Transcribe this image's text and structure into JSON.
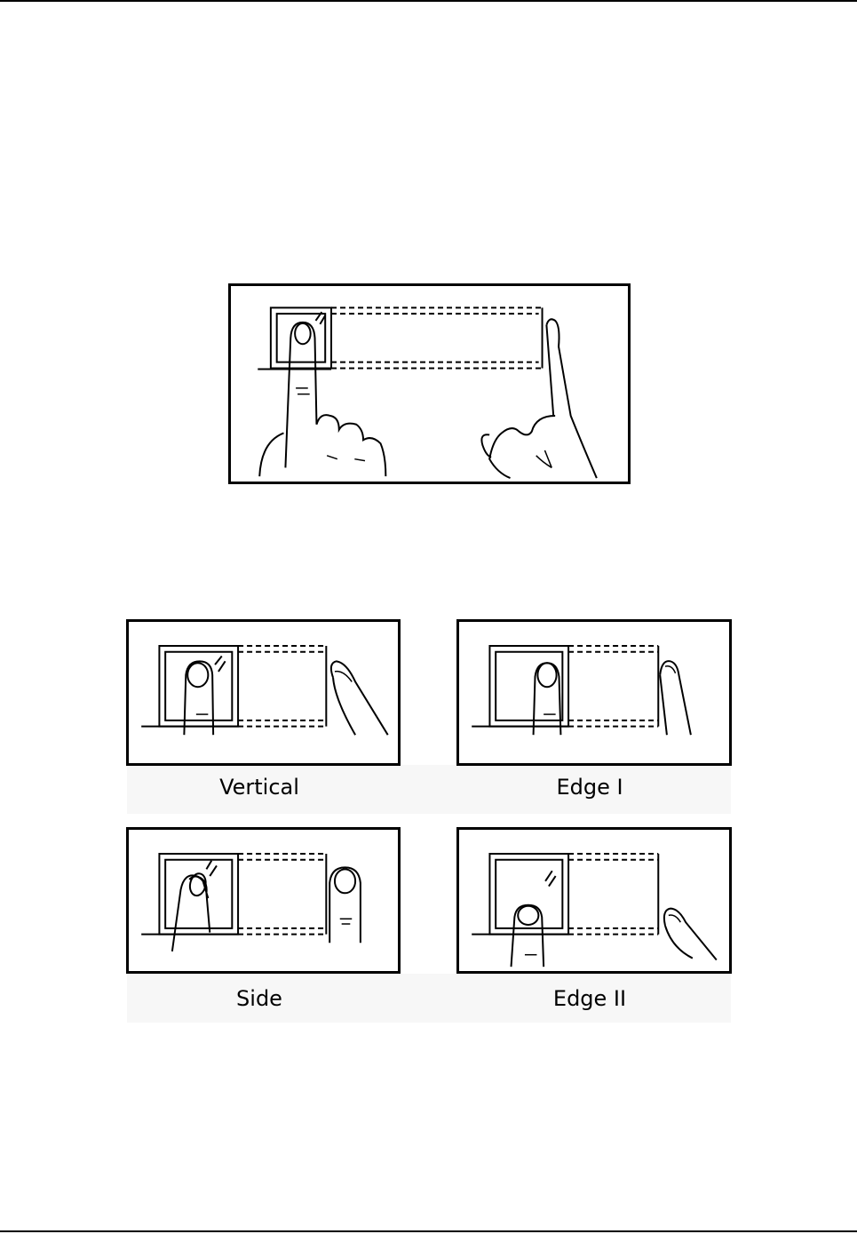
{
  "figures": {
    "main": {
      "name": "right-placement-illustration"
    },
    "grid": [
      {
        "caption": "Vertical"
      },
      {
        "caption": "Edge I"
      },
      {
        "caption": "Side"
      },
      {
        "caption": "Edge II"
      }
    ]
  }
}
